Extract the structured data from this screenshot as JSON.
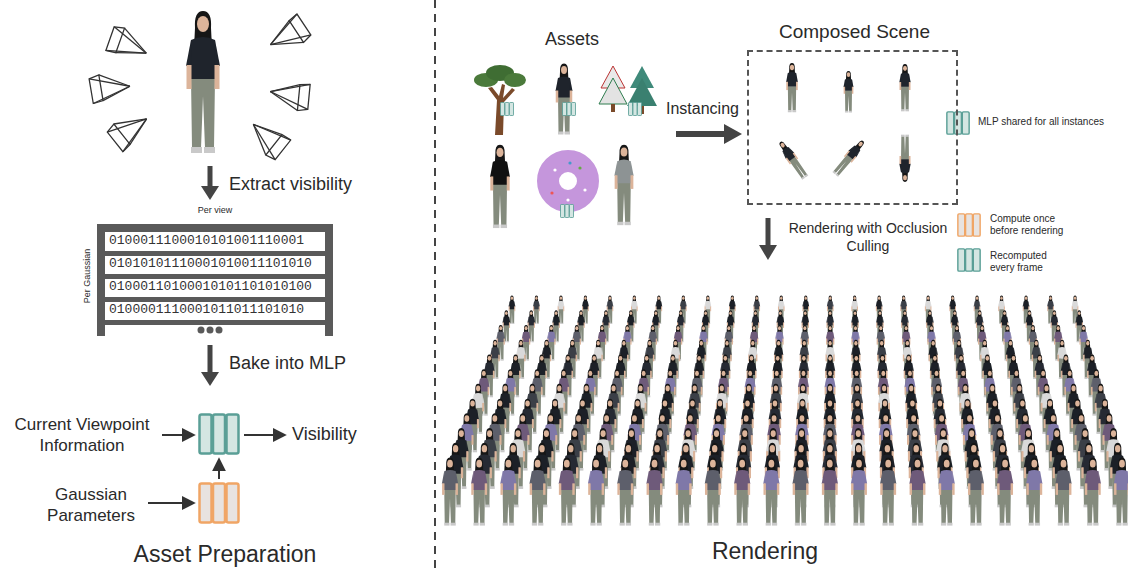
{
  "diagram": {
    "nodes": [
      {
        "text": [
          "Per view",
          "Per Gaussian",
          "0100011100010101001110001",
          "01010101110001010011101010",
          "01000110100010101101010100",
          "0100001110001011011101010"
        ]
      },
      {
        "text": [
          "Composed Scene"
        ]
      }
    ],
    "labels": [
      "Extract visibility",
      "Bake into MLP",
      "Current Viewpoint Information",
      "Visibility",
      "Gaussian Parameters",
      "Asset Preparation",
      "Assets",
      "Instancing",
      "MLP shared for all instances",
      "Rendering with Occlusion Culling",
      "Rendering"
    ],
    "legend": [
      {
        "text": "Compute once before rendering"
      },
      {
        "text": "Recomputed every frame"
      }
    ]
  }
}
